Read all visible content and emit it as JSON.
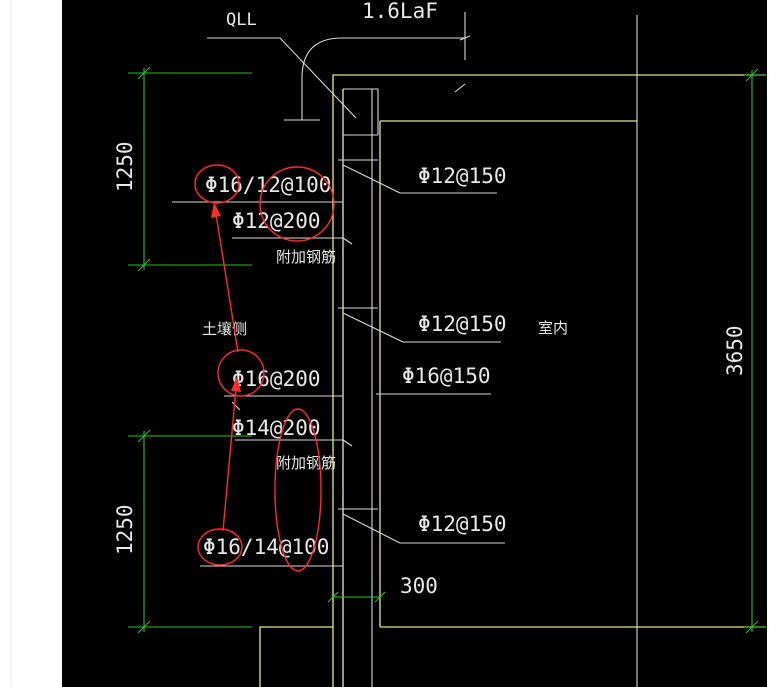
{
  "colors": {
    "background": "#000000",
    "frame": "#ffffff",
    "line_white": "#d8d8d8",
    "line_yellow": "#e6e68a",
    "dim_green": "#2fbf2f",
    "annotation_red": "#ff2a2a"
  },
  "labels": {
    "qll": "QLL",
    "lap": "1.6LaF",
    "left_top": "Φ16/12@100",
    "left_mid1": "Φ12@200",
    "extra_top": "附加钢筋",
    "soil_side": "土壤侧",
    "left_mid2": "Φ16@200",
    "left_mid3": "Φ14@200",
    "extra_bottom": "附加钢筋",
    "left_bottom": "Φ16/14@100",
    "right_1": "Φ12@150",
    "right_2": "Φ12@150",
    "indoor": "室内",
    "right_3": "Φ16@150",
    "right_4": "Φ12@150",
    "dim_thickness": "300",
    "dim_top": "1250",
    "dim_bottom": "1250",
    "dim_height": "3650"
  }
}
